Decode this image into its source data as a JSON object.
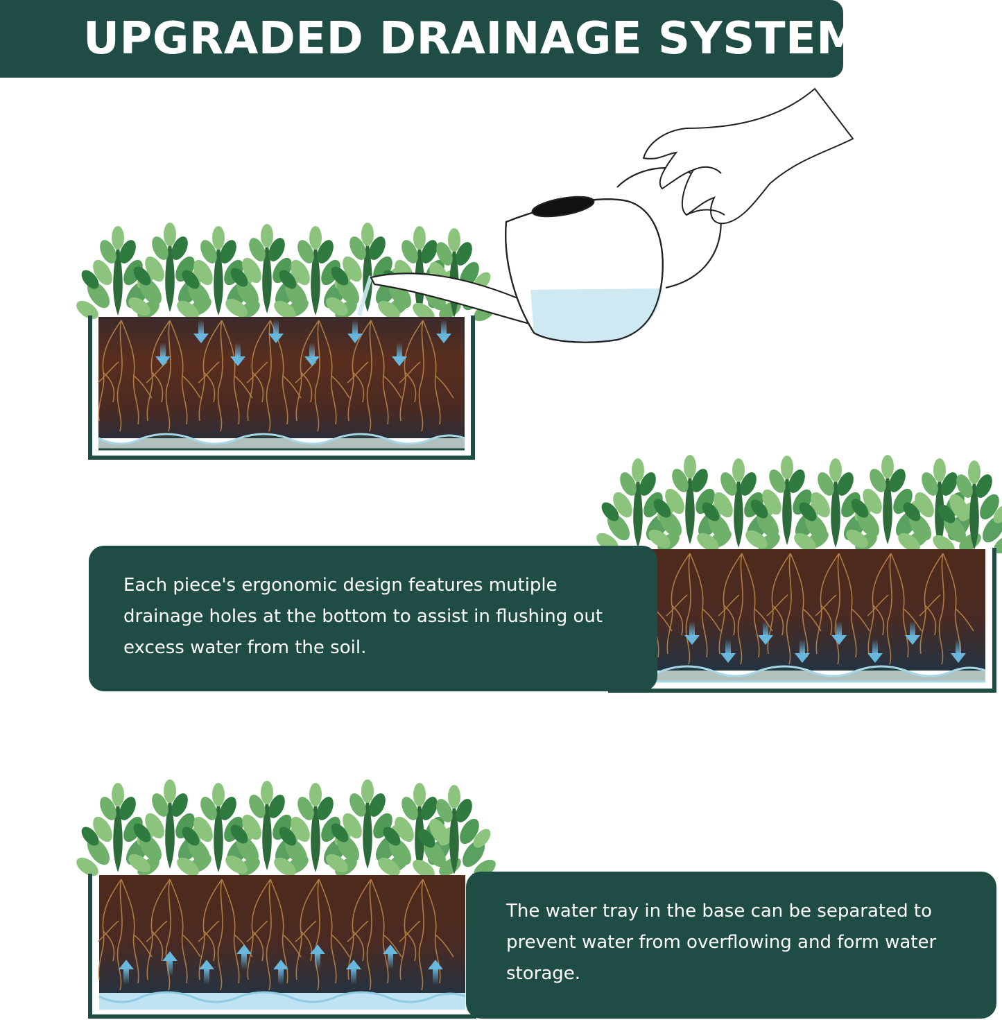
{
  "header": {
    "title": "UPGRADED DRAINAGE SYSTEM"
  },
  "feature_1": {
    "description": "Each piece's ergonomic design features mutiple drainage holes at the bottom to assist in flushing out excess water from the soil."
  },
  "feature_2": {
    "description": "The water tray in the base can be separated to prevent water from overflowing and form water storage."
  },
  "colors": {
    "brand_green": "#1f4d45",
    "soil": "#4a2a1c",
    "water": "#bfe3f2",
    "arrow": "#6ab7dd",
    "leaf": "#4f9a54"
  },
  "icons": [
    "hand-icon",
    "watering-can-icon",
    "down-arrow-icon",
    "up-arrow-icon",
    "plant-icon"
  ]
}
